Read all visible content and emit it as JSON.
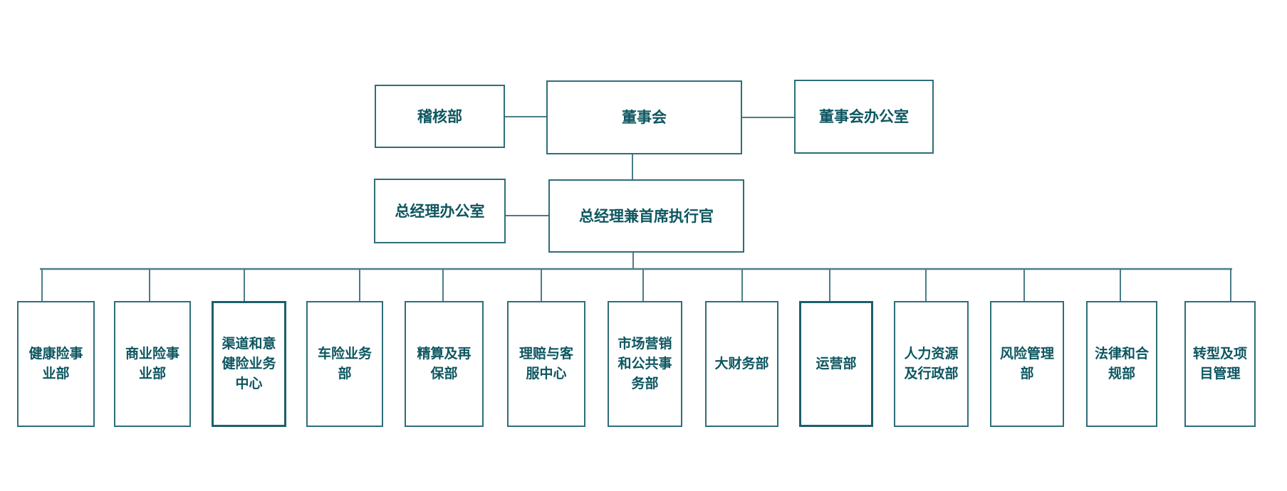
{
  "org": {
    "title": "organization-chart",
    "top_row": {
      "audit": {
        "label": "稽核部"
      },
      "board": {
        "label": "董事会"
      },
      "board_office": {
        "label": "董事会办公室"
      }
    },
    "second_row": {
      "gm_office": {
        "label": "总经理办公室"
      },
      "ceo": {
        "label": "总经理兼首席执行官"
      }
    },
    "children": [
      {
        "label": "健康险事业部",
        "emphasized": false
      },
      {
        "label": "商业险事业部",
        "emphasized": false
      },
      {
        "label": "渠道和意健险业务中心",
        "emphasized": true
      },
      {
        "label": "车险业务部",
        "emphasized": false
      },
      {
        "label": "精算及再保部",
        "emphasized": false
      },
      {
        "label": "理赔与客服中心",
        "emphasized": false
      },
      {
        "label": "市场营销和公共事务部",
        "emphasized": false
      },
      {
        "label": "大财务部",
        "emphasized": false
      },
      {
        "label": "运营部",
        "emphasized": true
      },
      {
        "label": "人力资源及行政部",
        "emphasized": false
      },
      {
        "label": "风险管理部",
        "emphasized": false
      },
      {
        "label": "法律和合规部",
        "emphasized": false
      },
      {
        "label": "转型及项目管理",
        "emphasized": false
      }
    ],
    "colors": {
      "text": "#0d5660",
      "border": "#2e6e78",
      "border_emphasized": "#1d5f6a",
      "connector": "#4a7d87",
      "background": "#ffffff"
    }
  }
}
